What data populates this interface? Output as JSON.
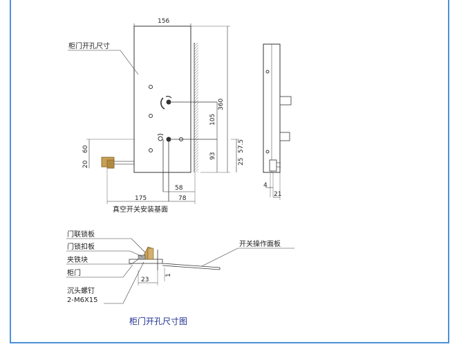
{
  "dims": {
    "w156": "156",
    "h360": "360",
    "h105": "105",
    "h93": "93",
    "d60": "60",
    "d20": "20",
    "d25": "25",
    "d57_5": "57.5",
    "w175": "175",
    "w58": "58",
    "w78": "78",
    "s4": "4",
    "s21": "21",
    "s23": "23",
    "s1": "1"
  },
  "labels": {
    "cutout": "柜门开孔尺寸",
    "base": "真空开关安装基面",
    "door_link_plate": "门联锁板",
    "door_lock_plate": "门锁扣板",
    "clamp_block": "夹铁块",
    "cabinet_door": "柜门",
    "screw": "沉头螺钉",
    "screw_spec": "2-M6X15",
    "panel": "开关操作面板"
  },
  "caption": "柜门开孔尺寸图",
  "colors": {
    "frame": "#4a90d6",
    "caption": "#1f2f8f",
    "brass": "#c8a055",
    "line": "#333333"
  }
}
